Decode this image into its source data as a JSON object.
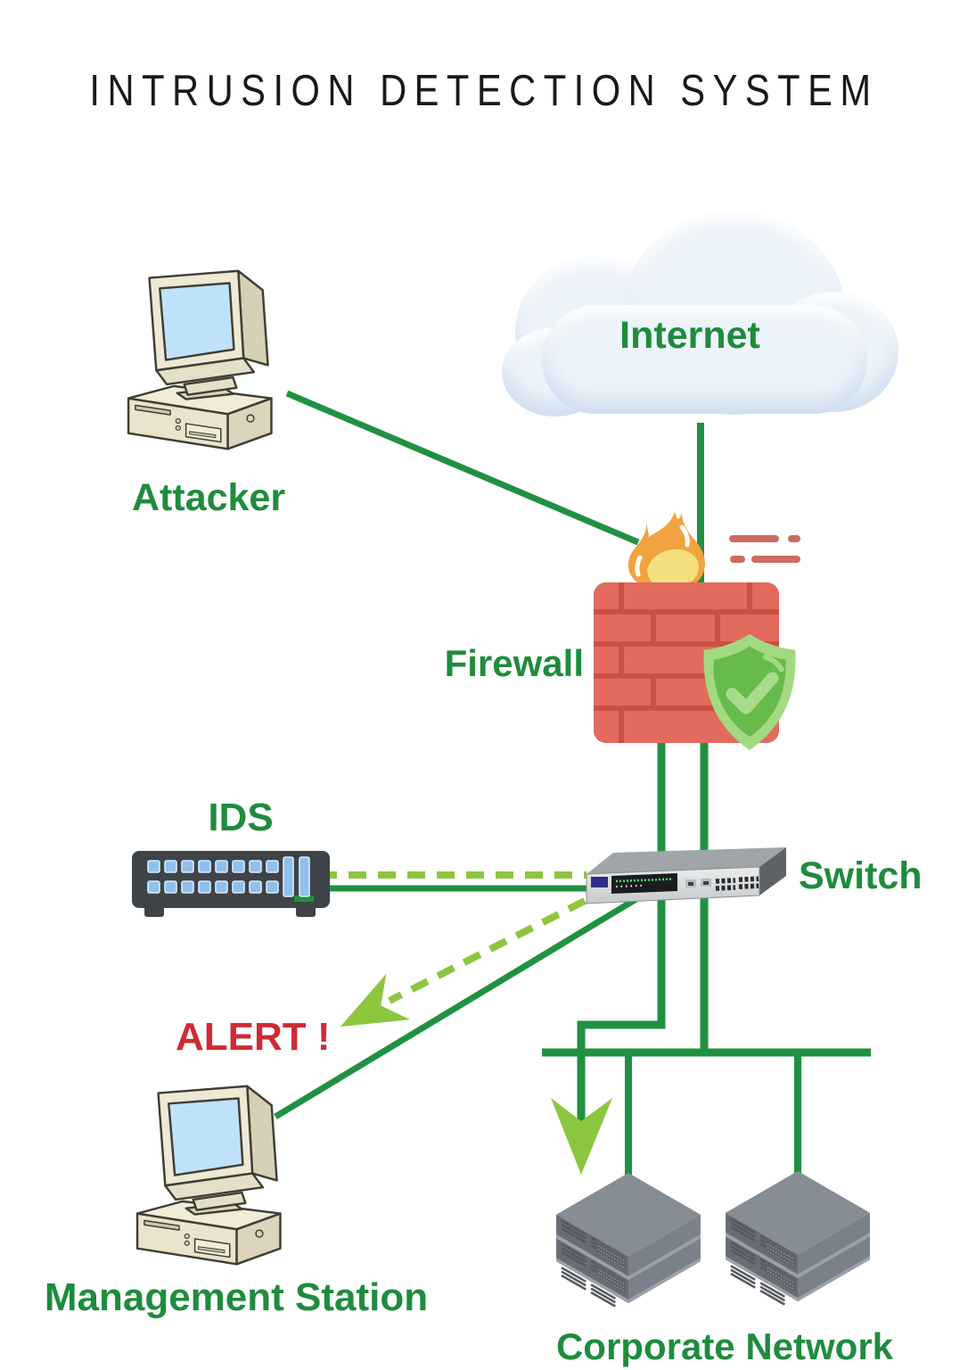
{
  "title": "INTRUSION DETECTION SYSTEM",
  "labels": {
    "attacker": "Attacker",
    "internet": "Internet",
    "firewall": "Firewall",
    "ids": "IDS",
    "switch": "Switch",
    "alert": "ALERT !",
    "management_station": "Management Station",
    "corporate_network": "Corporate Network"
  },
  "nodes": [
    {
      "id": "attacker",
      "label": "Attacker",
      "icon": "retro-computer-icon"
    },
    {
      "id": "internet",
      "label": "Internet",
      "icon": "cloud-icon"
    },
    {
      "id": "firewall",
      "label": "Firewall",
      "icon": "brick-wall-flame-shield-icon"
    },
    {
      "id": "ids",
      "label": "IDS",
      "icon": "rack-appliance-icon"
    },
    {
      "id": "switch",
      "label": "Switch",
      "icon": "network-switch-icon"
    },
    {
      "id": "management_station",
      "label": "Management Station",
      "icon": "retro-computer-icon"
    },
    {
      "id": "corporate_network",
      "label": "Corporate Network",
      "icon": "server-stack-icon"
    }
  ],
  "edges": [
    {
      "from": "attacker",
      "to": "firewall",
      "style": "solid"
    },
    {
      "from": "internet",
      "to": "firewall",
      "style": "solid"
    },
    {
      "from": "firewall",
      "to": "switch",
      "style": "solid"
    },
    {
      "from": "firewall",
      "to": "corporate_network",
      "style": "solid"
    },
    {
      "from": "ids",
      "to": "switch",
      "style": "solid"
    },
    {
      "from": "ids",
      "to": "switch",
      "style": "dashed"
    },
    {
      "from": "switch",
      "to": "management_station",
      "style": "solid"
    },
    {
      "from": "switch",
      "to": "alert",
      "style": "dashed-arrow"
    },
    {
      "from": "firewall",
      "to": "corporate_network",
      "style": "solid-arrow"
    }
  ],
  "icons": {
    "flame": "flame-icon",
    "shield_check": "shield-check-icon",
    "brick_wall": "brick-wall-icon",
    "cloud": "cloud-icon",
    "arrow_down": "green-dart-arrow-icon"
  },
  "colors": {
    "wire_green": "#1f9140",
    "dash_green": "#8cc63e",
    "label_green": "#1e8c3c",
    "alert_red": "#ce2b35",
    "brick": "#e26b5e",
    "mortar": "#cb5044",
    "flame_orange": "#f2a23e",
    "flame_yellow": "#f5df7e",
    "shield_outer": "#a3d981",
    "shield_inner": "#66bb4a",
    "device_charcoal": "#3e4347",
    "port_blue": "#85b9e8",
    "server_gray": "#7a818a",
    "cloud_fill": "#edf3fa",
    "title_black": "#191919"
  }
}
